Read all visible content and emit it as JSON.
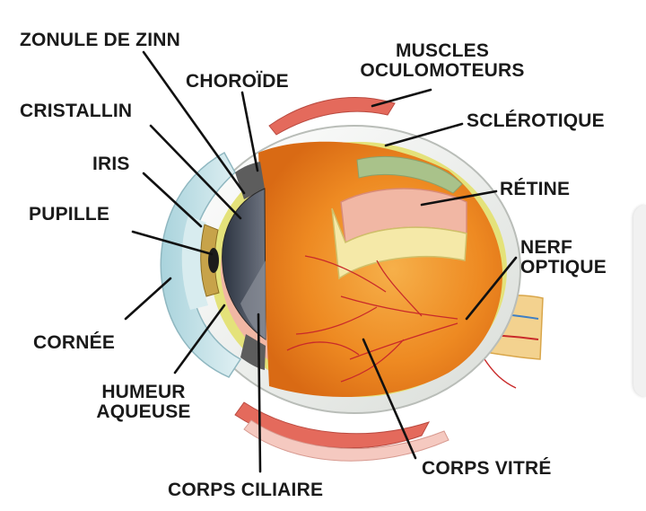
{
  "labels": {
    "zonule": "ZONULE DE ZINN",
    "choroide": "CHOROÏDE",
    "muscles_line1": "MUSCLES",
    "muscles_line2": "OCULOMOTEURS",
    "cristallin": "CRISTALLIN",
    "sclerotique": "SCLÉROTIQUE",
    "iris": "IRIS",
    "retine": "RÉTINE",
    "pupille": "PUPILLE",
    "nerf_line1": "NERF",
    "nerf_line2": "OPTIQUE",
    "cornee": "CORNÉE",
    "humeur_line1": "HUMEUR",
    "humeur_line2": "AQUEUSE",
    "corps_vitre": "CORPS VITRÉ",
    "corps_ciliaire": "CORPS CILIAIRE"
  },
  "colors": {
    "label_text": "#1a1a1a",
    "leader_line": "#111111",
    "sclera": "#f2f2ee",
    "vitreous": "#ef8a22",
    "retina": "#f1b7a4",
    "choroid": "#e4e27a",
    "cornea": "#bfe0e6",
    "muscle": "#e46a5c"
  }
}
